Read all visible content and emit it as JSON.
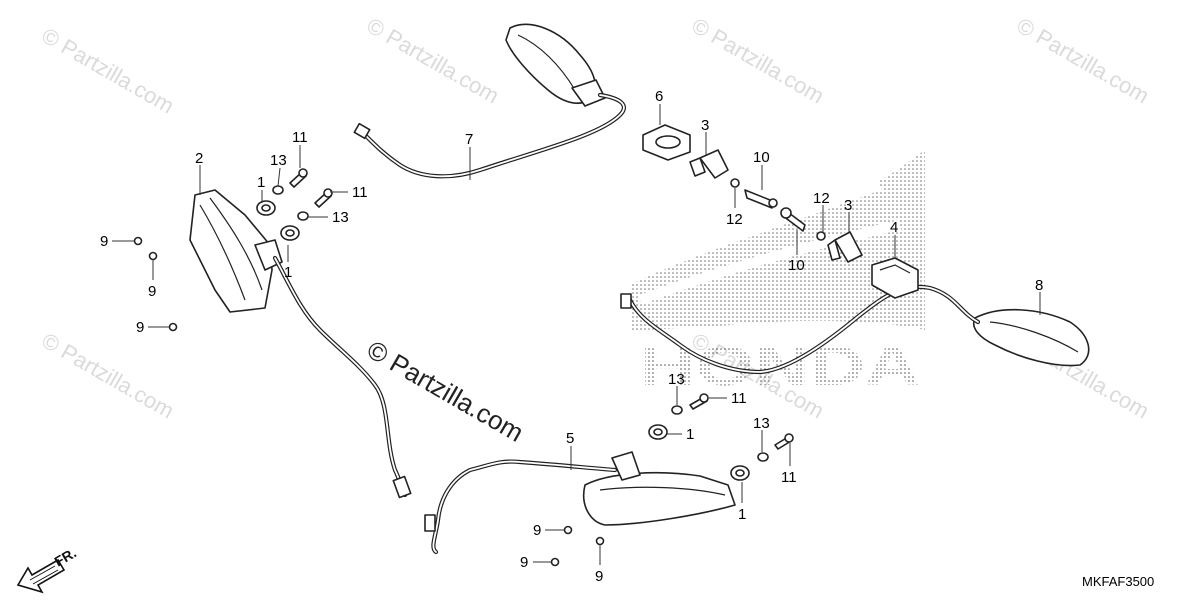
{
  "watermark": {
    "text": "© Partzilla.com",
    "center_text": "© Partzilla.com"
  },
  "diagram_code": "MKFAF3500",
  "front_marker": "FR.",
  "brand_logo_text": "HONDA",
  "callouts": {
    "c1a": "1",
    "c1b": "1",
    "c1c": "1",
    "c1d": "1",
    "c2": "2",
    "c3a": "3",
    "c3b": "3",
    "c4": "4",
    "c5": "5",
    "c6": "6",
    "c7": "7",
    "c8": "8",
    "c9a": "9",
    "c9b": "9",
    "c9c": "9",
    "c9d": "9",
    "c9e": "9",
    "c9f": "9",
    "c10a": "10",
    "c10b": "10",
    "c11a": "11",
    "c11b": "11",
    "c11c": "11",
    "c11d": "11",
    "c12a": "12",
    "c12b": "12",
    "c13a": "13",
    "c13b": "13",
    "c13c": "13",
    "c13d": "13"
  }
}
